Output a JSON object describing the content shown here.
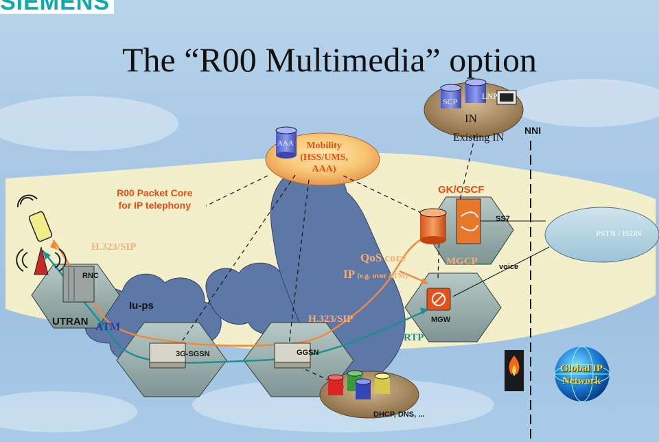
{
  "logo": "SIEMENS",
  "title": "The “R00 Multimedia” option",
  "labels": {
    "packet_core": "R00 Packet Core\nfor IP telephony",
    "mobility": "Mobility\n(HSS/UMS,\nAAA)",
    "aaa": "AAA",
    "in": "IN",
    "existing_in": "Existing IN",
    "nni": "NNI",
    "scp": "SCP",
    "lnp": "LNP",
    "gk_cscf": "GK/CSCF",
    "ss7": "SS7",
    "pstn": "PSTN / ISDN",
    "mgcp": "MGCP",
    "voice": "voice",
    "qos_core": "QoS core",
    "ip_over_atm": "IP",
    "ip_over_atm_sub": "(e.g. over ATM)",
    "h323_sip_left": "H.323/SIP",
    "h323_sip_mid": "H.323/SIP",
    "rnc": "RNC",
    "iu_ps": "Iu-ps",
    "utran": "UTRAN",
    "atm": "ATM",
    "sgsn": "3G-SGSN",
    "ggsn": "GGSN",
    "mgw": "MGW",
    "rtp": "RTP",
    "dhcp_dns": "DHCP, DNS, ...",
    "global_ip": "Global IP\nNetwork"
  },
  "colors": {
    "orange_label": "#ef4a0e",
    "peach_label": "#f4b07a",
    "signal_line": "#f08a3a",
    "bearer_line": "#1c8f8f",
    "yellow_zone": "#f7f1c8",
    "hex_fill": "#9eb3b1",
    "blue_text": "#1a3fa8"
  },
  "icons": [
    "antenna-icon",
    "phone-icon",
    "base-station-icon",
    "router-icon",
    "database-icon",
    "firewall-icon",
    "globe-icon",
    "terminal-icon"
  ]
}
